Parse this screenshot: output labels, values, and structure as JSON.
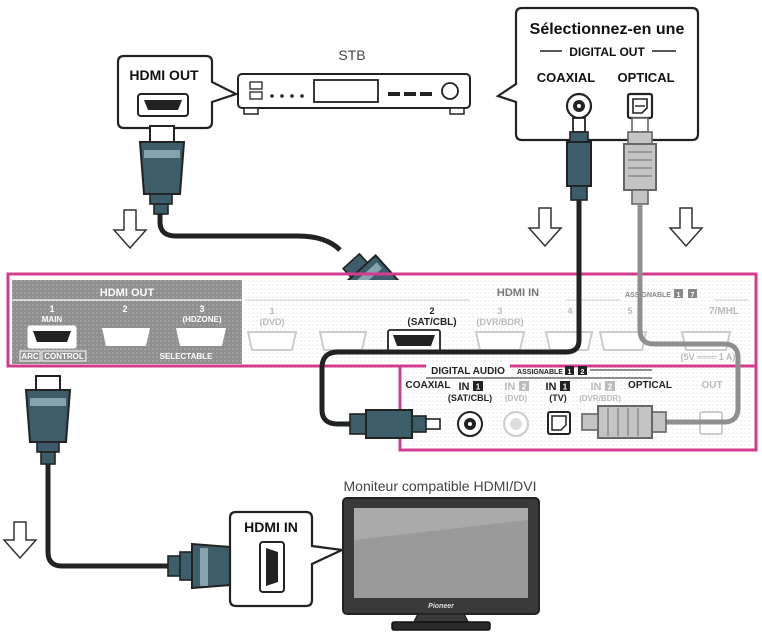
{
  "title_stb": "STB",
  "title_monitor": "Moniteur compatible HDMI/DVI",
  "callout_hdmi_out": "HDMI OUT",
  "callout_hdmi_in": "HDMI IN",
  "select_box": {
    "title": "Sélectionnez-en une",
    "subtitle": "DIGITAL OUT",
    "coaxial": "COAXIAL",
    "optical": "OPTICAL"
  },
  "receiver": {
    "hdmi_out_label": "HDMI OUT",
    "out_ports": [
      {
        "num": "1",
        "sub": "MAIN"
      },
      {
        "num": "2",
        "sub": ""
      },
      {
        "num": "3",
        "sub": "(HDZONE)"
      }
    ],
    "arc_label": "ARC",
    "control_label": "CONTROL",
    "selectable_label": "SELECTABLE",
    "hdmi_in_label": "HDMI IN",
    "assignable_top": "ASSIGNABLE",
    "assignable_top_badges": [
      "1",
      "7"
    ],
    "in_ports": [
      {
        "num": "1",
        "sub": "(DVD)"
      },
      {
        "num": "2",
        "sub": "(SAT/CBL)"
      },
      {
        "num": "3",
        "sub": "(DVR/BDR)"
      },
      {
        "num": "4",
        "sub": ""
      },
      {
        "num": "5",
        "sub": ""
      },
      {
        "num": "7/MHL",
        "sub": "(5V ═══ 1 A)"
      }
    ],
    "digital_audio_label": "DIGITAL AUDIO",
    "assignable_bottom": "ASSIGNABLE",
    "assignable_bottom_badges": [
      "1",
      "2"
    ],
    "coaxial_label": "COAXIAL",
    "coax_in1": {
      "label": "IN",
      "badge": "1",
      "sub": "(SAT/CBL)"
    },
    "coax_in2": {
      "label": "IN",
      "badge": "2",
      "sub": "(DVD)"
    },
    "optical_in1": {
      "label": "IN",
      "badge": "1",
      "sub": "(TV)"
    },
    "optical_in2": {
      "label": "IN",
      "badge": "2",
      "sub": "(DVR/BDR)"
    },
    "optical_label": "OPTICAL",
    "out_label": "OUT"
  },
  "tv_brand": "Pioneer",
  "colors": {
    "magenta": "#d23c8e",
    "cable": "#3d5d6b",
    "cable_light": "#86a3ad",
    "receiver_grey": "#9a9a9a",
    "optical_grey": "#b0b0b0"
  }
}
